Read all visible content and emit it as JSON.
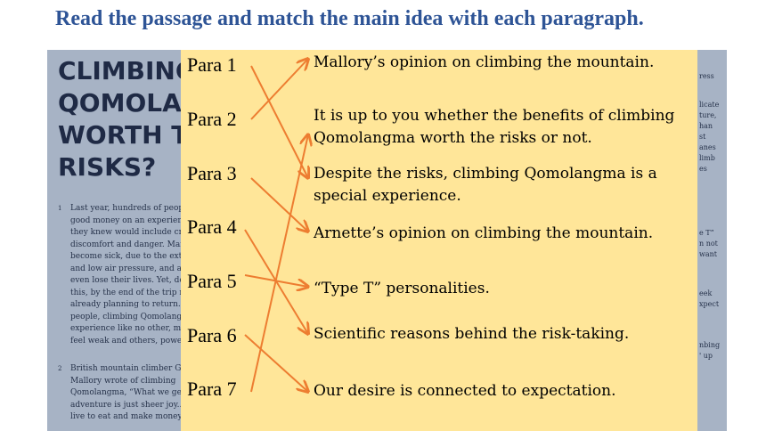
{
  "instruction": "Read the passage and match the main idea with each paragraph.",
  "article": {
    "title_lines": [
      "CLIMBING",
      "QOMOLANGMA",
      "WORTH THE",
      "RISKS?"
    ],
    "para1": {
      "number": "1",
      "lines": [
        "Last year, hundreds of people",
        "good money on an experience",
        "they knew would include cr",
        "discomfort and danger. Man",
        "become sick, due to the extr",
        "and low air pressure, and a",
        "even lose their lives. Yet, des",
        "this, by the end of the trip m",
        "already planning to return. I",
        "people, climbing Qomolanga",
        "experience like no other, ma",
        "feel weak and others, power"
      ]
    },
    "para2": {
      "number": "2",
      "lines": [
        "British mountain climber Ge",
        "Mallory wrote of climbing",
        "Qomolangma, “What we ge",
        "adventure is just sheer joy...",
        "live to eat and make money."
      ]
    },
    "right_fragments": [
      [
        "ress"
      ],
      [
        "licate",
        "ture,",
        "han",
        "st",
        "anes",
        "limb",
        "es"
      ],
      [
        "e T”",
        "n not",
        "want"
      ],
      [
        "eek",
        "xpect"
      ],
      [
        "nbing",
        "' up"
      ]
    ]
  },
  "paragraphs": [
    "Para 1",
    "Para 2",
    "Para 3",
    "Para 4",
    "Para 5",
    "Para 6",
    "Para 7"
  ],
  "main_ideas": [
    "Mallory’s opinion on climbing the mountain.",
    "It is up to you whether the benefits of climbing Qomolangma worth the risks or not.",
    "Despite the risks, climbing Qomolangma is a special experience.",
    "Arnette’s opinion on climbing the mountain.",
    "“Type T” personalities.",
    "Scientific reasons behind the risk-taking.",
    "Our desire is connected to expectation."
  ],
  "matches": [
    {
      "para": 1,
      "idea": 3
    },
    {
      "para": 2,
      "idea": 1
    },
    {
      "para": 3,
      "idea": 4
    },
    {
      "para": 4,
      "idea": 6
    },
    {
      "para": 5,
      "idea": 5
    },
    {
      "para": 6,
      "idea": 7
    },
    {
      "para": 7,
      "idea": 2
    }
  ],
  "colors": {
    "instruction": "#2e5496",
    "card": "#ffe699",
    "arrow": "#ed7d31",
    "article_bg": "#a7b3c5"
  }
}
